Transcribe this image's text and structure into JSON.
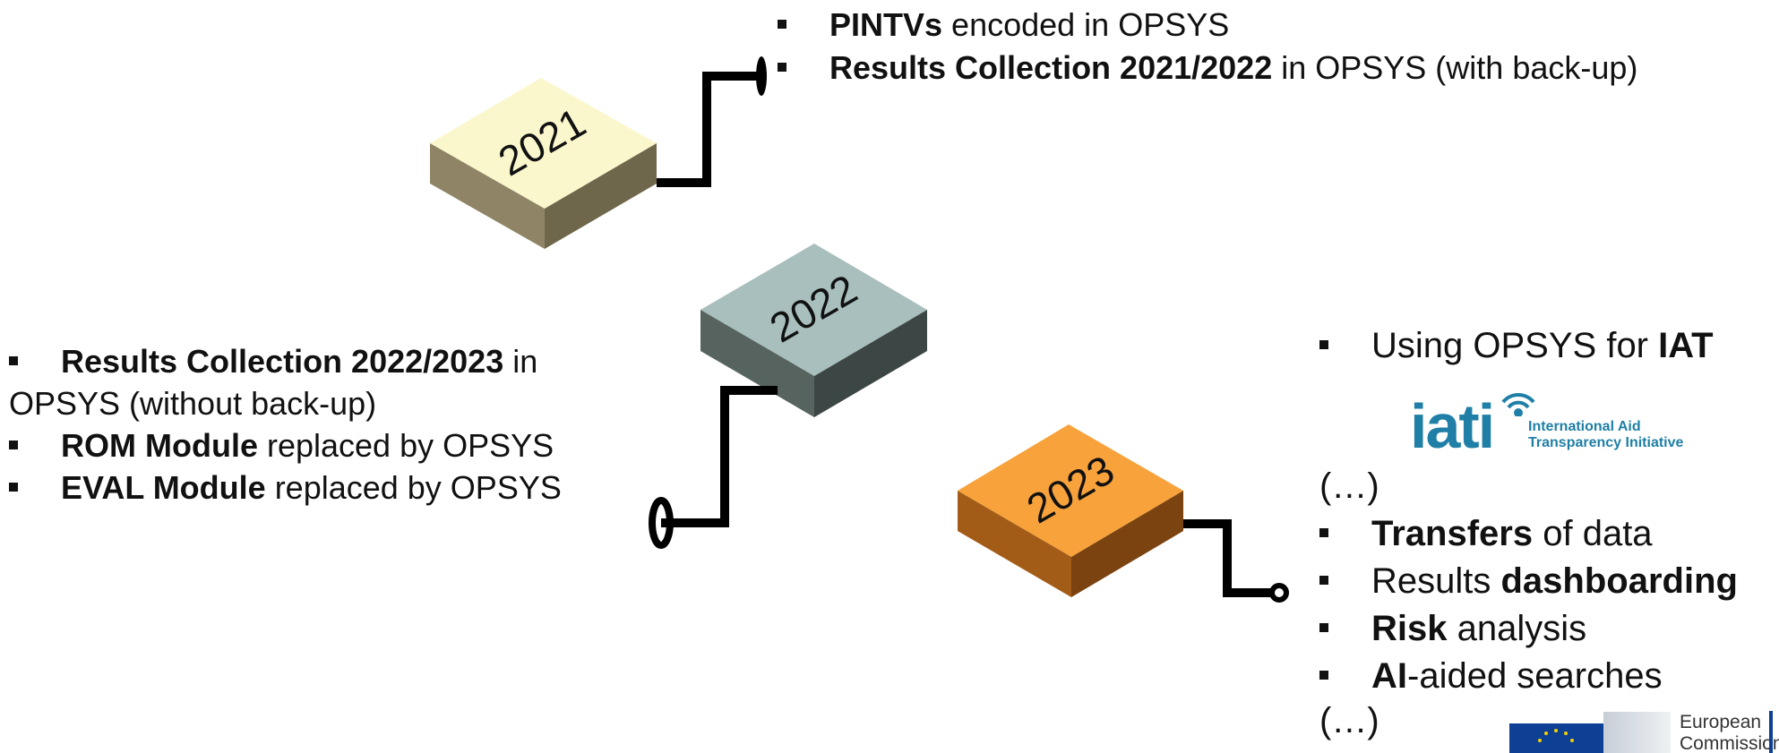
{
  "years": {
    "y2021": "2021",
    "y2022": "2022",
    "y2023": "2023"
  },
  "colors": {
    "block_2021": "#fbf7cd",
    "block_2022": "#a8bfbd",
    "block_2023": "#f7a23b",
    "connector": "#000000",
    "iati_blue": "#1f7fa6",
    "ec_blue": "#0d3f94"
  },
  "block_2021": {
    "items": [
      {
        "bold": "PINTVs",
        "rest": " encoded in OPSYS"
      },
      {
        "bold": "Results Collection 2021/2022",
        "rest": " in OPSYS (with back-up)"
      }
    ]
  },
  "block_2022": {
    "items": [
      {
        "bold": "Results Collection 2022/2023",
        "rest": " in",
        "cont": "OPSYS (without back-up)"
      },
      {
        "bold": "ROM Module",
        "rest": " replaced by OPSYS"
      },
      {
        "bold": "EVAL Module",
        "rest": " replaced by OPSYS"
      }
    ]
  },
  "block_2023": {
    "iat": {
      "pre": "Using OPSYS for ",
      "bold": "IAT"
    },
    "ellipsis": "(…)",
    "items": [
      {
        "pre": "",
        "bold": "Transfers",
        "rest": " of data"
      },
      {
        "pre": "Results ",
        "bold": "dashboarding",
        "rest": ""
      },
      {
        "pre": "",
        "bold": "Risk",
        "rest": " analysis"
      },
      {
        "pre": "",
        "bold": "AI",
        "rest": "-aided searches"
      }
    ],
    "ellipsis_end": "(…)"
  },
  "iati_logo": {
    "word": "iati",
    "line1": "International Aid",
    "line2": "Transparency Initiative"
  },
  "ec_logo": {
    "line1": "European",
    "line2": "Commission"
  }
}
